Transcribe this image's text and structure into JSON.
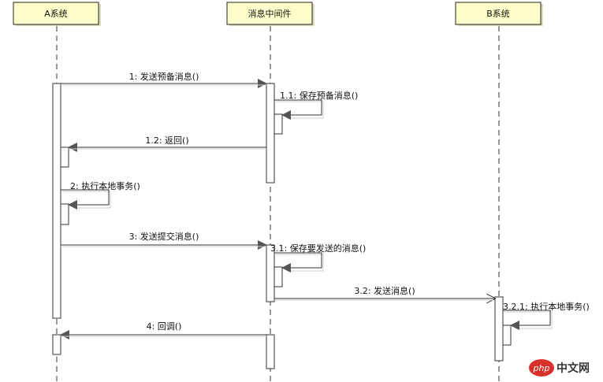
{
  "participants": {
    "a": "A系统",
    "mq": "消息中间件",
    "b": "B系统"
  },
  "messages": {
    "m1": "1: 发送预备消息()",
    "m1_1": "1.1: 保存预备消息()",
    "m1_2": "1.2: 返回()",
    "m2": "2: 执行本地事务()",
    "m3": "3: 发送提交消息()",
    "m3_1": "3.1: 保存要发送的消息()",
    "m3_2": "3.2: 发送消息()",
    "m3_2_1": "3.2.1: 执行本地事务()",
    "m4": "4: 回调()"
  },
  "watermark": {
    "logo_text": "php",
    "site_text": "中文网"
  },
  "colors": {
    "box_fill": "#ffffcc",
    "box_border": "#222222",
    "line": "#333333",
    "logo_red": "#d9302a"
  }
}
